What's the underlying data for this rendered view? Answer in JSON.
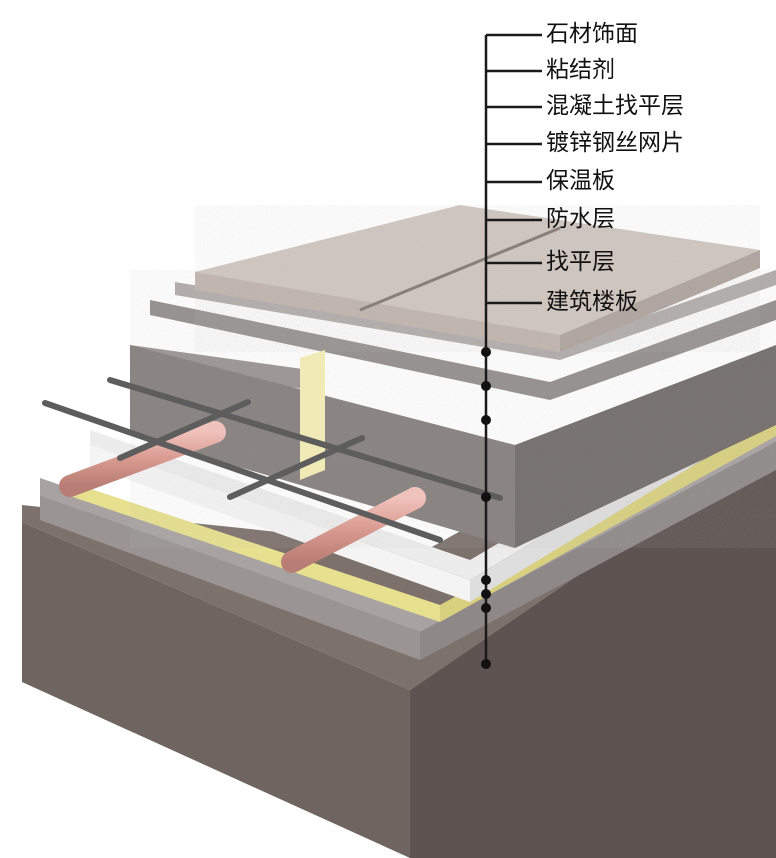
{
  "diagram": {
    "layers": [
      {
        "label": "石材饰面"
      },
      {
        "label": "粘结剂"
      },
      {
        "label": "混凝土找平层"
      },
      {
        "label": "镀锌钢丝网片"
      },
      {
        "label": "保温板"
      },
      {
        "label": "防水层"
      },
      {
        "label": "找平层"
      },
      {
        "label": "建筑楼板"
      }
    ],
    "colors": {
      "slab": "#6f6460",
      "stone": "#d3c9c3",
      "concrete": "#8d8886",
      "insulation": "#f2f2f2",
      "waterproof": "#e7e08e",
      "pipe": "#d99a90",
      "wire": "#5d5d5d",
      "leader": "#1a1a1a"
    }
  }
}
